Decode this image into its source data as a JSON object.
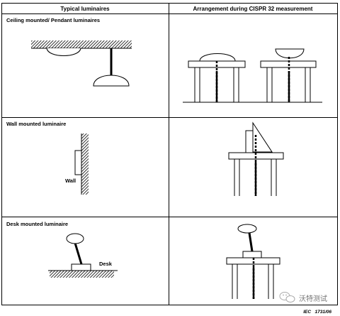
{
  "headers": {
    "left": "Typical luminaires",
    "right": "Arrangement during CISPR 32 measurement"
  },
  "rows": [
    {
      "label": "Ceiling mounted/ Pendant luminaires"
    },
    {
      "label": "Wall mounted luminaire",
      "annotation": "Wall"
    },
    {
      "label": "Desk mounted luminaire",
      "annotation": "Desk"
    }
  ],
  "footer": {
    "watermark": "沃特测试",
    "figure_id": "IEC   1731/06"
  }
}
